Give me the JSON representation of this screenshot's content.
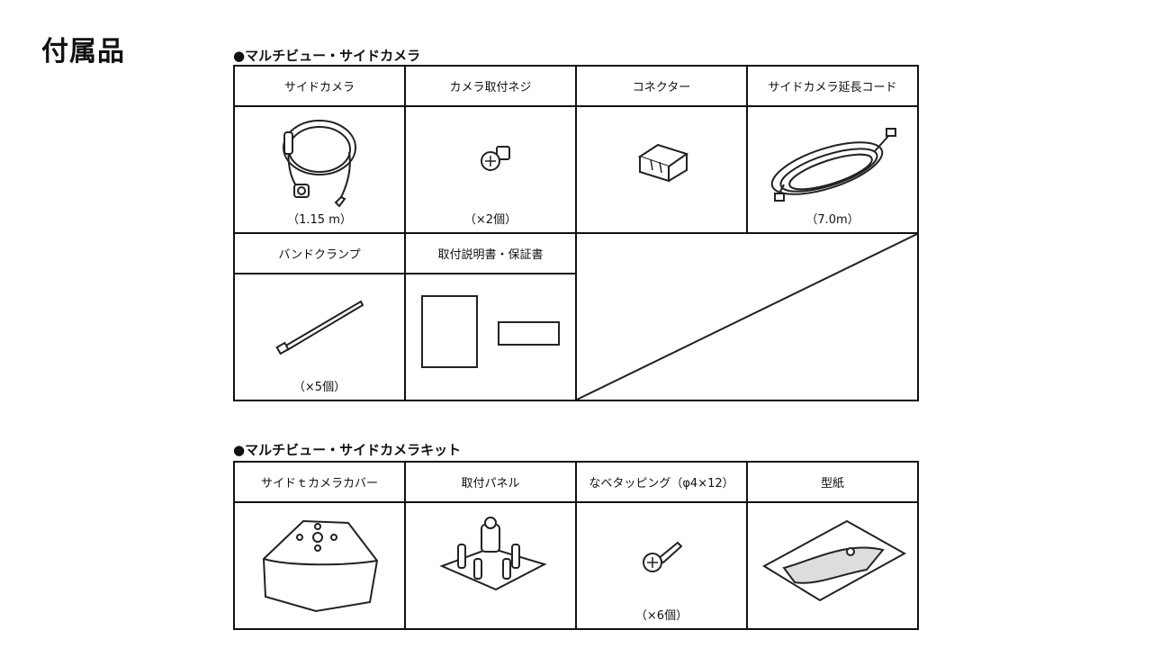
{
  "page_title": "付属品",
  "section1": {
    "title": "●マルチビュー・サイドカメラ",
    "items": [
      {
        "name": "サイドカメラ",
        "qty": "（1.15 m）",
        "icon": "side-camera-cable-icon"
      },
      {
        "name": "カメラ取付ネジ",
        "qty": "（×2個）",
        "icon": "screw-icon"
      },
      {
        "name": "コネクター",
        "qty": "",
        "icon": "connector-icon"
      },
      {
        "name": "サイドカメラ延長コード",
        "qty": "（7.0m）",
        "icon": "extension-cord-icon"
      },
      {
        "name": "バンドクランプ",
        "qty": "（×5個）",
        "icon": "band-clamp-icon"
      },
      {
        "name": "取付説明書・保証書",
        "qty": "",
        "icon": "manual-warranty-icon"
      }
    ]
  },
  "section2": {
    "title": "●マルチビュー・サイドカメラキット",
    "items": [
      {
        "name": "サイドｔカメラカバー",
        "qty": "",
        "icon": "camera-cover-icon"
      },
      {
        "name": "取付パネル",
        "qty": "",
        "icon": "mounting-panel-icon"
      },
      {
        "name": "なベタッピング（φ4×12）",
        "qty": "（×6個）",
        "icon": "tapping-screw-icon"
      },
      {
        "name": "型紙",
        "qty": "",
        "icon": "template-paper-icon"
      }
    ]
  }
}
